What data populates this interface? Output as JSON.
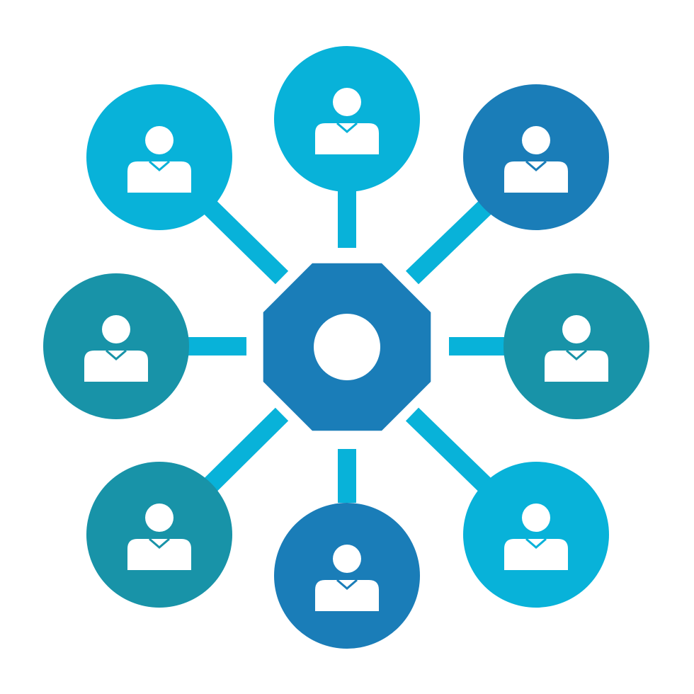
{
  "colors": {
    "background": "#ffffff",
    "hub": "#1a7db8",
    "connector": "#08b2d9",
    "user_icon": "#ffffff"
  },
  "hub": {
    "shape": "octagon",
    "center_icon": "ring-icon"
  },
  "nodes": [
    {
      "id": "top",
      "color": "#08b2d9",
      "icon": "user-icon"
    },
    {
      "id": "top-right",
      "color": "#1a7db8",
      "icon": "user-icon"
    },
    {
      "id": "right",
      "color": "#1893a8",
      "icon": "user-icon"
    },
    {
      "id": "bottom-right",
      "color": "#08b2d9",
      "icon": "user-icon"
    },
    {
      "id": "bottom",
      "color": "#1a7db8",
      "icon": "user-icon"
    },
    {
      "id": "bottom-left",
      "color": "#1893a8",
      "icon": "user-icon"
    },
    {
      "id": "left",
      "color": "#1893a8",
      "icon": "user-icon"
    },
    {
      "id": "top-left",
      "color": "#08b2d9",
      "icon": "user-icon"
    }
  ]
}
